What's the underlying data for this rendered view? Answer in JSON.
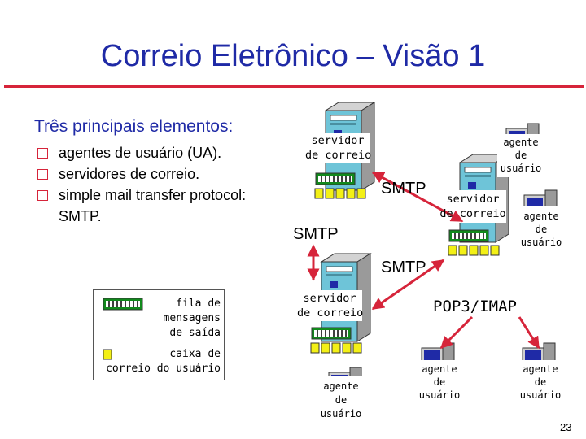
{
  "slide": {
    "title": "Correio Eletrônico – Visão 1",
    "subtitle": "Três principais elementos:",
    "bullets": [
      "agentes de usuário (UA).",
      "servidores de correio.",
      "simple mail transfer protocol:"
    ],
    "bullet_tail": "SMTP.",
    "page_number": "23"
  },
  "diagram": {
    "server_label_1": "servidor",
    "server_label_2": "de correio",
    "agent_label_1": "agente",
    "agent_label_2": "de",
    "agent_label_3": "usuário",
    "protocol_smtp": "SMTP",
    "protocol_pop": "POP3/IMAP",
    "colors": {
      "server_body": "#6ec4d8",
      "queue_fill": "#118a1c",
      "mailbox_fill": "#f3f016",
      "arrow": "#d6243a"
    }
  },
  "legend": {
    "queue_1": "fila de",
    "queue_2": "mensagens",
    "queue_3": "de saída",
    "mailbox_1": "caixa de",
    "mailbox_2": "correio do usuário"
  }
}
